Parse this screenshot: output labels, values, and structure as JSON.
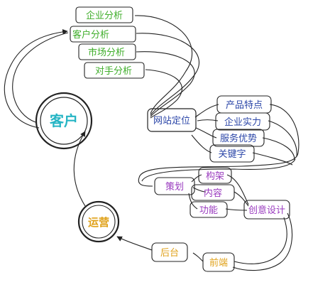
{
  "hubs": {
    "customer": {
      "label": "客户",
      "color": "#26b5c4"
    },
    "operations": {
      "label": "运营",
      "color": "#e0a21b"
    }
  },
  "market_analysis": {
    "color": "#3fae2a",
    "items": [
      "企业分析",
      "客户分析",
      "市场分析",
      "对手分析"
    ]
  },
  "website_positioning": {
    "label": "网站定位",
    "color": "#2b46a8",
    "items": [
      "产品特点",
      "企业实力",
      "服务优势",
      "关键字"
    ]
  },
  "planning": {
    "label": "策划",
    "color": "#9a3bbf",
    "items": [
      "构架",
      "内容",
      "功能"
    ],
    "creative_design": "创意设计"
  },
  "development": {
    "color": "#e0a21b",
    "items": [
      "后台",
      "前端"
    ]
  },
  "line_color": "#222222"
}
